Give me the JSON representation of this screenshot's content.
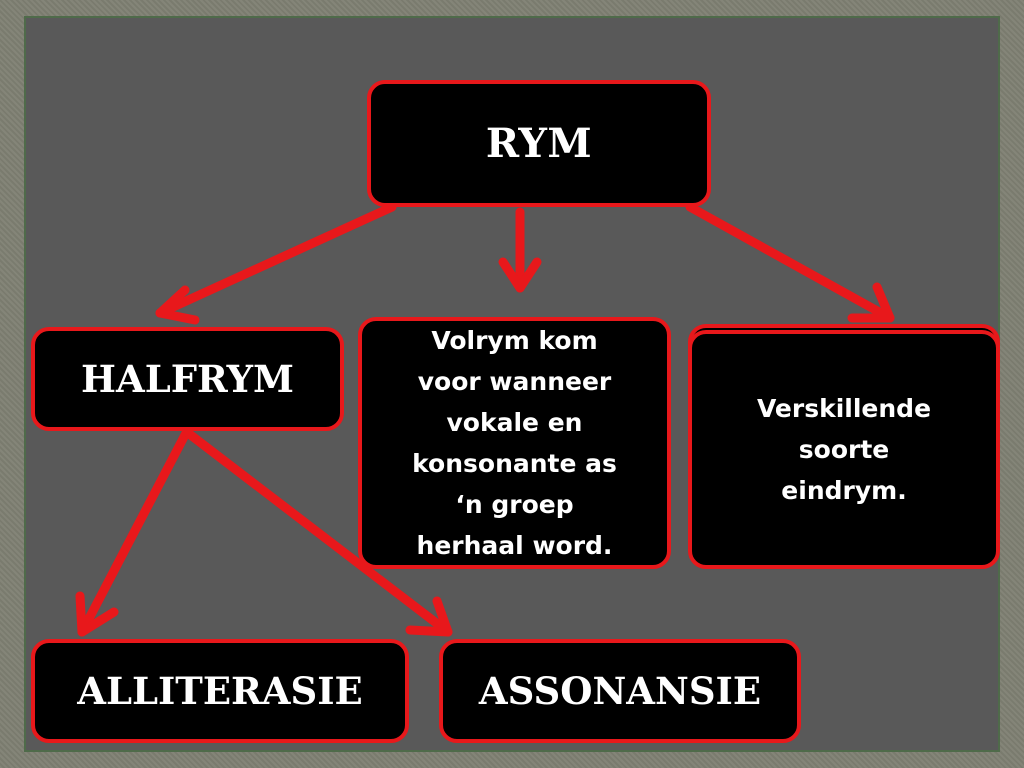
{
  "diagram": {
    "root": {
      "label": "RYM"
    },
    "children": [
      {
        "id": "halfrym",
        "label": "HALFRYM"
      },
      {
        "id": "volrym",
        "lines": [
          "Volrym kom",
          "voor wanneer",
          "vokale en",
          "konsonante as",
          "‘n groep",
          "herhaal word."
        ]
      },
      {
        "id": "eindrym",
        "lines": [
          "Verskillende",
          "soorte",
          "eindrym."
        ]
      }
    ],
    "grandchildren": [
      {
        "id": "alliterasie",
        "label": "ALLITERASIE"
      },
      {
        "id": "assonansie",
        "label": "ASSONANSIE"
      }
    ]
  },
  "colors": {
    "slide_background": "#595959",
    "box_fill": "#000000",
    "box_border": "#e8181b",
    "arrow": "#e8181b",
    "text": "#ffffff"
  }
}
